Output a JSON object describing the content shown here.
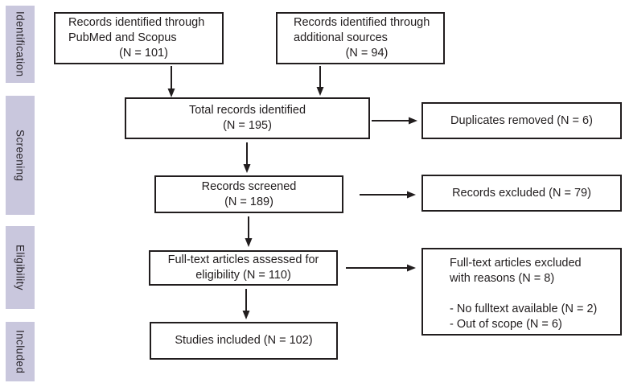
{
  "stages": [
    {
      "label": "Identification"
    },
    {
      "label": "Screening"
    },
    {
      "label": "Eligibility"
    },
    {
      "label": "Included"
    }
  ],
  "boxes": {
    "sources_primary": {
      "line1": "Records identified through",
      "line2": "PubMed and Scopus",
      "n": "(N = 101)"
    },
    "sources_additional": {
      "line1": "Records identified through",
      "line2": "additional sources",
      "n": "(N = 94)"
    },
    "total": {
      "line1": "Total records identified",
      "n": "(N = 195)"
    },
    "duplicates": {
      "text": "Duplicates removed (N = 6)"
    },
    "screened": {
      "line1": "Records screened",
      "n": "(N = 189)"
    },
    "records_excluded": {
      "text": "Records excluded (N = 79)"
    },
    "fulltext_assessed": {
      "line1": "Full-text articles assessed for",
      "line2": "eligibility (N = 110)"
    },
    "fulltext_excluded": {
      "line1": "Full-text articles excluded",
      "line2": "with reasons (N = 8)",
      "reason1": "- No fulltext available (N = 2)",
      "reason2": "- Out of scope (N = 6)"
    },
    "studies_included": {
      "text": "Studies included (N = 102)"
    }
  },
  "colors": {
    "stage_bg": "#c9c7dd",
    "ink": "#211d1e"
  }
}
